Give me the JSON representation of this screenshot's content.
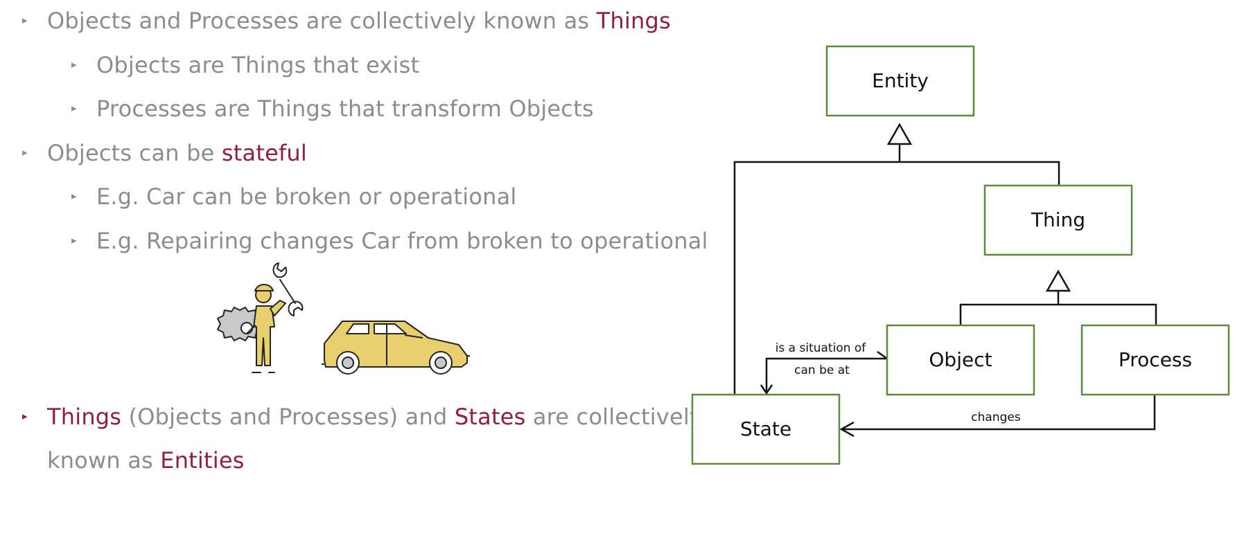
{
  "bullets": [
    {
      "level": 1,
      "parts": [
        "Objects and Processes are collectively known as ",
        "Things"
      ]
    },
    {
      "level": 2,
      "text": "Objects are Things that exist"
    },
    {
      "level": 2,
      "text": "Processes are Things that transform Objects"
    },
    {
      "level": 1,
      "parts": [
        "Objects can be ",
        "stateful"
      ]
    },
    {
      "level": 2,
      "text": "E.g. Car can be broken or operational"
    },
    {
      "level": 2,
      "text": "E.g. Repairing changes Car from broken to operational"
    },
    {
      "level": 1,
      "parts": [
        "Things",
        " (Objects and Processes) and ",
        "States",
        " are collectively"
      ],
      "continuation_parts": [
        "known as ",
        "Entities"
      ]
    }
  ],
  "bullet_marker": "▸",
  "highlight_color": "#8f1f3f",
  "text_color": "#8c8c8c",
  "illustration": {
    "icons": [
      "mechanic-icon",
      "car-icon"
    ],
    "accent_color": "#e8cf6e"
  },
  "diagram": {
    "nodes": {
      "entity": "Entity",
      "thing": "Thing",
      "object": "Object",
      "process": "Process",
      "state": "State"
    },
    "edge_labels": {
      "situation": "is a situation of",
      "can_be_at": "can be at",
      "changes": "changes"
    },
    "box_color": "#5a8c3c"
  }
}
